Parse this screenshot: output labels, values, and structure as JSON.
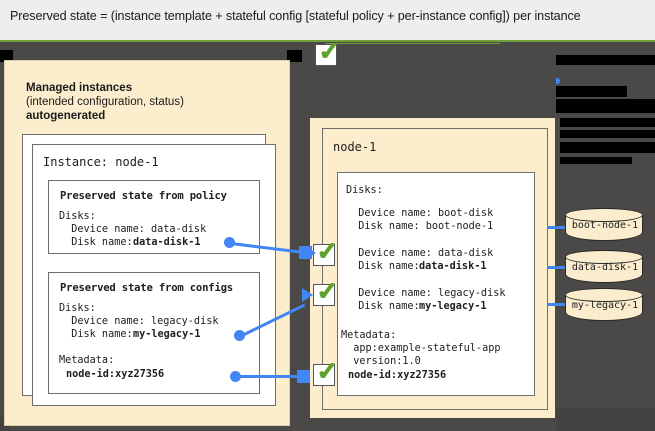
{
  "header": {
    "caption": "Preserved state = (instance template + stateful config [stateful policy + per-instance config]) per instance"
  },
  "left_panel": {
    "title": "Managed instances",
    "subtitle": "(intended configuration, status)",
    "subtitle_bold": "autogenerated",
    "instance_label": "Instance: node-1",
    "policy_card": {
      "title": "Preserved state from policy",
      "lines": [
        "Disks:",
        "  Device name: data-disk",
        "  Disk name: "
      ],
      "disk_name_bold": "data-disk-1"
    },
    "configs_card": {
      "title": "Preserved state from configs",
      "lines": [
        "Disks:",
        "  Device name: legacy-disk",
        "  Disk name: "
      ],
      "disk_name_bold": "my-legacy-1",
      "metadata_label": "Metadata:",
      "metadata_value": "node-id:xyz27356"
    }
  },
  "right_panel": {
    "node_label": "node-1",
    "disks_label": "Disks:",
    "entries": [
      {
        "device": "  Device name: boot-disk",
        "disk": "  Disk name: boot-node-1",
        "disk_bold": false
      },
      {
        "device": "  Device name: data-disk",
        "disk_prefix": "  Disk name: ",
        "disk_bold_value": "data-disk-1",
        "disk_bold": true
      },
      {
        "device": "  Device name: legacy-disk",
        "disk_prefix": "  Disk name: ",
        "disk_bold_value": "my-legacy-1",
        "disk_bold": true
      }
    ],
    "metadata_label": "Metadata:",
    "metadata_lines": [
      "  app:example-stateful-app",
      "  version:1.0"
    ],
    "metadata_bold": "node-id:xyz27356"
  },
  "disks": [
    {
      "label": "boot-node-1"
    },
    {
      "label": "data-disk-1"
    },
    {
      "label": "my-legacy-1"
    }
  ],
  "checkmarks": {
    "glyph": "✓",
    "count": 4
  },
  "colors": {
    "cream": "#fceecd",
    "dark_gray": "#4a4947",
    "header_gray": "#eeeeee",
    "accent_green": "#6fa03a",
    "accent_blue": "#4285f4",
    "check_green": "#5fa02d",
    "redact_black": "#000000"
  }
}
